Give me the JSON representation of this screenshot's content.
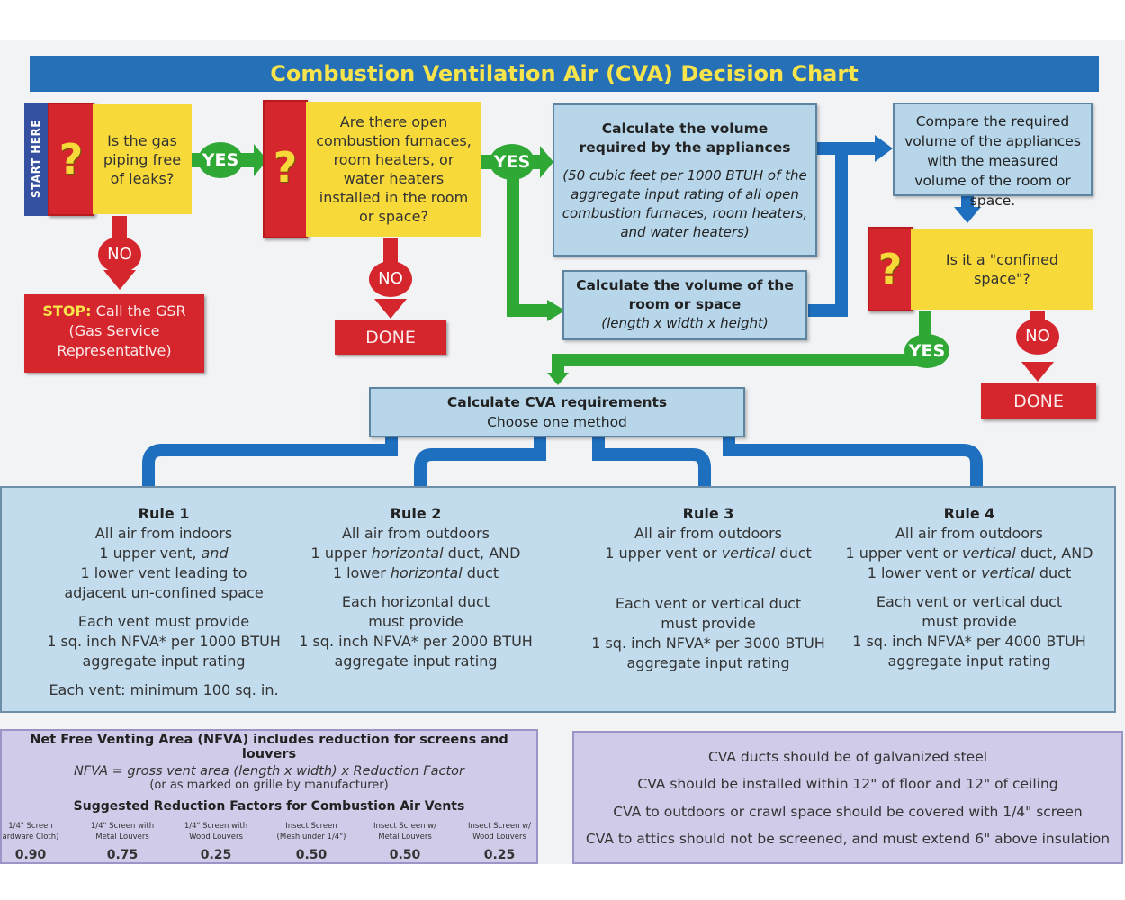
{
  "title": "Combustion Ventilation Air (CVA) Decision Chart",
  "start_here": "START HERE",
  "q1": {
    "mark": "?",
    "text": "Is the gas piping free of leaks?"
  },
  "q2": {
    "mark": "?",
    "text": "Are there open combustion furnaces, room heaters, or water heaters installed in the room or space?"
  },
  "q3": {
    "mark": "?",
    "text": "Is it a \"confined space\"?"
  },
  "yes_label": "YES",
  "no_label": "NO",
  "stop": {
    "bold": "STOP:",
    "rest": "Call the GSR (Gas Service Representative)"
  },
  "done_label": "DONE",
  "calc_appliances": {
    "title": "Calculate the volume required by the appliances",
    "note": "(50 cubic feet per 1000 BTUH of the aggregate input rating of all open combustion furnaces, room heaters, and water heaters)"
  },
  "calc_room": {
    "title": "Calculate the volume of the room or space",
    "note": "(length x width x height)"
  },
  "compare": "Compare the required volume of the appliances with the measured volume of the room or space.",
  "cva_req": {
    "line1": "Calculate CVA requirements",
    "line2": "Choose one method"
  },
  "rules": [
    {
      "title": "Rule 1",
      "lines": [
        "All air from indoors",
        "1 upper vent, and",
        "1 lower vent leading to",
        "adjacent un-confined space"
      ],
      "provide": [
        "Each vent must provide",
        "1 sq. inch NFVA* per 1000 BTUH",
        "aggregate input rating"
      ],
      "extra": "Each vent: minimum 100 sq. in."
    },
    {
      "title": "Rule 2",
      "lines": [
        "All air from outdoors",
        "1 upper horizontal duct, AND",
        "1 lower horizontal duct"
      ],
      "provide": [
        "Each horizontal duct",
        "must provide",
        "1 sq. inch NFVA* per 2000 BTUH",
        "aggregate input rating"
      ]
    },
    {
      "title": "Rule 3",
      "lines": [
        "All air from outdoors",
        "1 upper vent or vertical duct"
      ],
      "provide": [
        "Each vent or vertical duct",
        "must provide",
        "1 sq. inch NFVA* per 3000 BTUH",
        "aggregate input rating"
      ]
    },
    {
      "title": "Rule 4",
      "lines": [
        "All air from outdoors",
        "1 upper vent or vertical duct, AND",
        "1 lower vent or vertical duct"
      ],
      "provide": [
        "Each vent or vertical duct",
        "must provide",
        "1 sq. inch NFVA* per 4000 BTUH",
        "aggregate input rating"
      ]
    }
  ],
  "nfva": {
    "title": "Net Free Venting Area (NFVA) includes reduction for screens and louvers",
    "formula": "NFVA = gross vent area (length x width) x Reduction Factor",
    "marked": "(or as marked on grille by manufacturer)",
    "table_title": "Suggested Reduction Factors for Combustion Air Vents",
    "factors": [
      {
        "line1": "1/4\" Screen",
        "line2": "ardware Cloth)",
        "value": "0.90"
      },
      {
        "line1": "1/4\" Screen with",
        "line2": "Metal Louvers",
        "value": "0.75"
      },
      {
        "line1": "1/4\" Screen with",
        "line2": "Wood Louvers",
        "value": "0.25"
      },
      {
        "line1": "Insect Screen",
        "line2": "(Mesh under 1/4\")",
        "value": "0.50"
      },
      {
        "line1": "Insect Screen w/",
        "line2": "Metal Louvers",
        "value": "0.50"
      },
      {
        "line1": "Insect Screen w/",
        "line2": "Wood Louvers",
        "value": "0.25"
      }
    ]
  },
  "notes": [
    "CVA ducts should be of galvanized steel",
    "CVA should be installed within 12\" of floor and 12\" of ceiling",
    "CVA to outdoors or crawl space should be covered with 1/4\" screen",
    "CVA to attics should not be screened, and must extend 6\" above insulation"
  ],
  "colors": {
    "banner": "#2670b8",
    "title_text": "#f7e34a",
    "red": "#d6262d",
    "yellow": "#f7d93a",
    "green": "#2fa836",
    "blue_arrow": "#1f6fbf",
    "light_blue": "#b7d6ea",
    "purple": "#cfcbe8"
  }
}
